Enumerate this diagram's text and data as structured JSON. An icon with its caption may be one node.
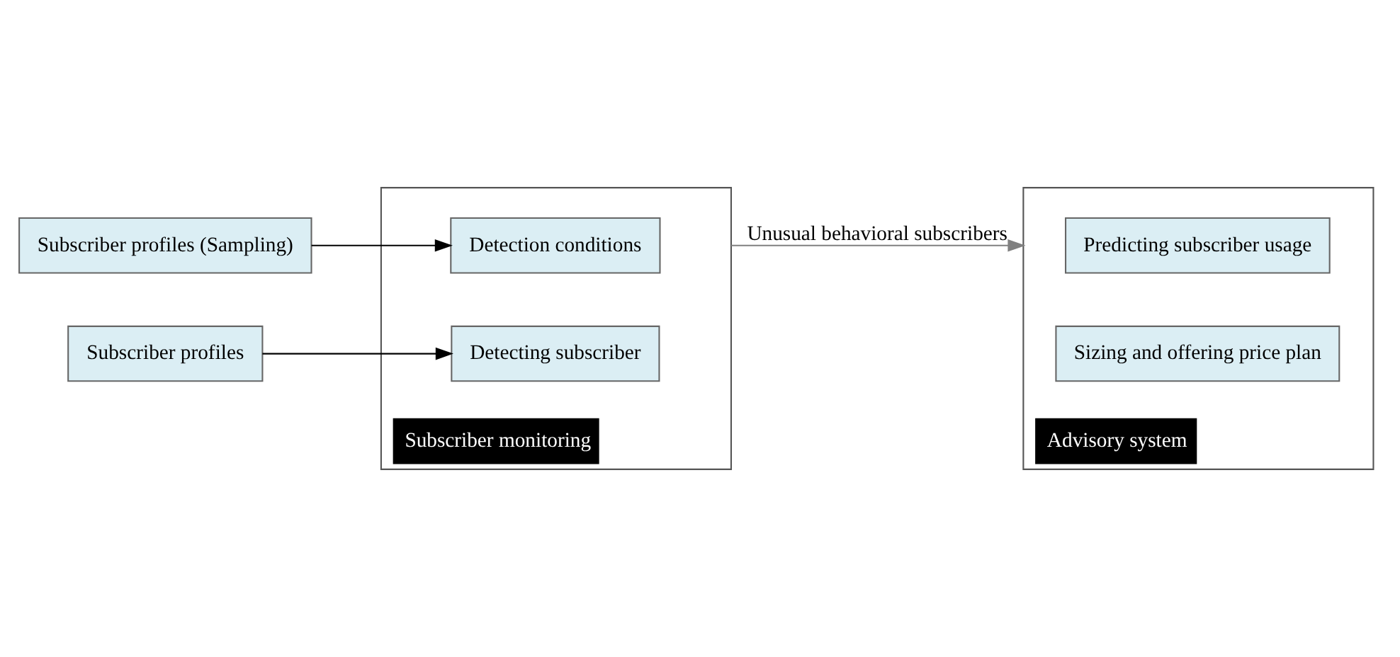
{
  "diagram": {
    "nodes": [
      {
        "text": [
          "Subscriber profiles (Sampling)"
        ]
      },
      {
        "text": [
          "Subscriber profiles"
        ]
      },
      {
        "text": [
          "Subscriber monitoring"
        ]
      },
      {
        "text": [
          "Detection conditions"
        ],
        "in": 2
      },
      {
        "text": [
          "Detecting subscriber"
        ],
        "in": 2
      },
      {
        "text": [
          "Advisory system"
        ]
      },
      {
        "text": [
          "Predicting subscriber usage"
        ],
        "in": 5
      },
      {
        "text": [
          "Sizing and offering price plan"
        ],
        "in": 5
      }
    ],
    "edges": [
      {
        "from": 0,
        "to": 3,
        "arrow": "to"
      },
      {
        "from": 1,
        "to": 4,
        "arrow": "to"
      },
      {
        "from": 2,
        "to": 5,
        "arrow": "to",
        "label": "Unusual behavioral subscribers",
        "color": "#808080"
      }
    ]
  }
}
